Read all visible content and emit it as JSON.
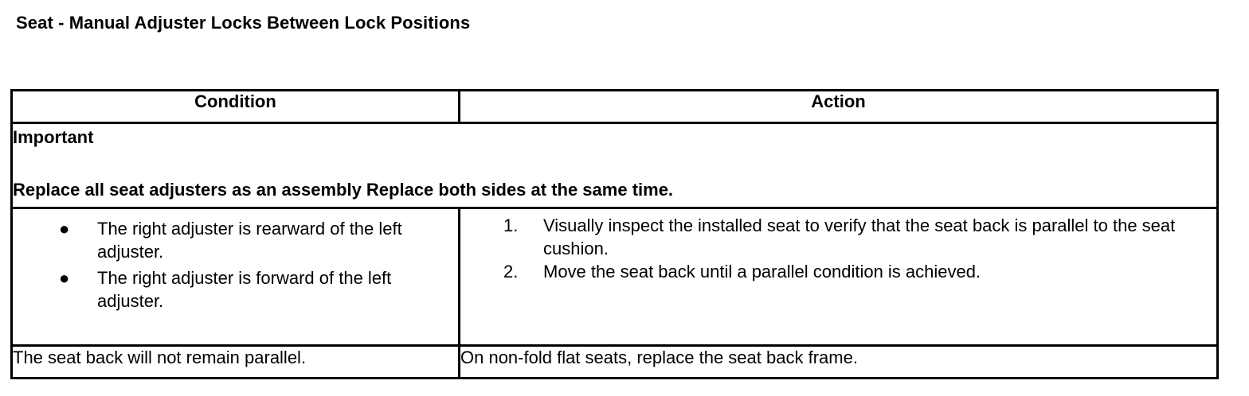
{
  "document": {
    "title": "Seat - Manual Adjuster Locks Between Lock Positions"
  },
  "table": {
    "headers": {
      "condition": "Condition",
      "action": "Action"
    },
    "important": {
      "label": "Important",
      "text": "Replace all seat adjusters as an assembly Replace both sides at the same time."
    },
    "rows": [
      {
        "conditions": [
          "The right adjuster is rearward of the left adjuster.",
          "The right adjuster is forward of the left adjuster."
        ],
        "actions": [
          "Visually inspect the installed seat to verify that the seat back is parallel to the seat cushion.",
          "Move the seat back until a parallel condition is achieved."
        ]
      },
      {
        "condition": "The seat back will not remain parallel.",
        "action": "On non-fold flat seats, replace the seat back frame."
      }
    ],
    "bullet_glyph": "●",
    "step_numbers": [
      "1.",
      "2."
    ]
  }
}
